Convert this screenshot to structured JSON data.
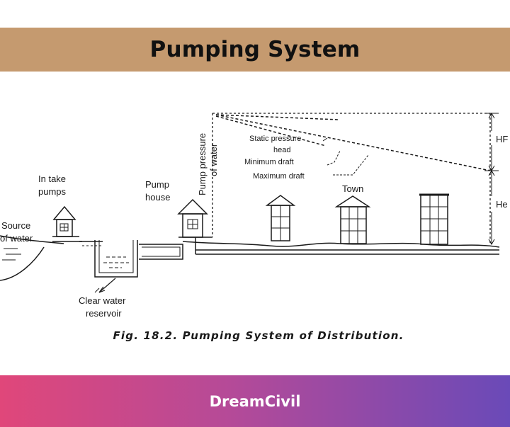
{
  "header": {
    "title": "Pumping System"
  },
  "diagram": {
    "labels": {
      "intake_1": "In take",
      "intake_2": "pumps",
      "source_1": "Source",
      "source_2": "of water",
      "pump_house_1": "Pump",
      "pump_house_2": "house",
      "pump_pressure_1": "Pump pressure",
      "pump_pressure_2": "of water",
      "static_1": "Static pressure",
      "static_2": "head",
      "minimum_draft": "Minimum draft",
      "maximum_draft": "Maximum draft",
      "town": "Town",
      "hf": "HF",
      "he": "He",
      "reservoir_1": "Clear water",
      "reservoir_2": "reservoir"
    },
    "caption": "Fig. 18.2. Pumping System of Distribution."
  },
  "footer": {
    "brand": "DreamCivil"
  },
  "colors": {
    "header_band": "#c59a6f",
    "footer_gradient_start": "#e0477a",
    "footer_gradient_end": "#6a4ab8",
    "line": "#1a1a1a"
  }
}
